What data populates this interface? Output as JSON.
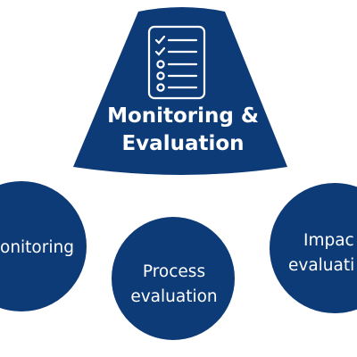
{
  "colors": {
    "shape_fill": "#0d3b78",
    "text": "#ffffff",
    "icon_stroke": "#ffffff",
    "background": "#ffffff"
  },
  "header": {
    "icon": "checklist-icon",
    "title_line1": "Monitoring &",
    "title_line2": "Evaluation"
  },
  "circles": [
    {
      "label": "onitoring"
    },
    {
      "label_line1": "Process",
      "label_line2": "evaluation"
    },
    {
      "label_line1": "Impac",
      "label_line2": "evaluati"
    }
  ]
}
